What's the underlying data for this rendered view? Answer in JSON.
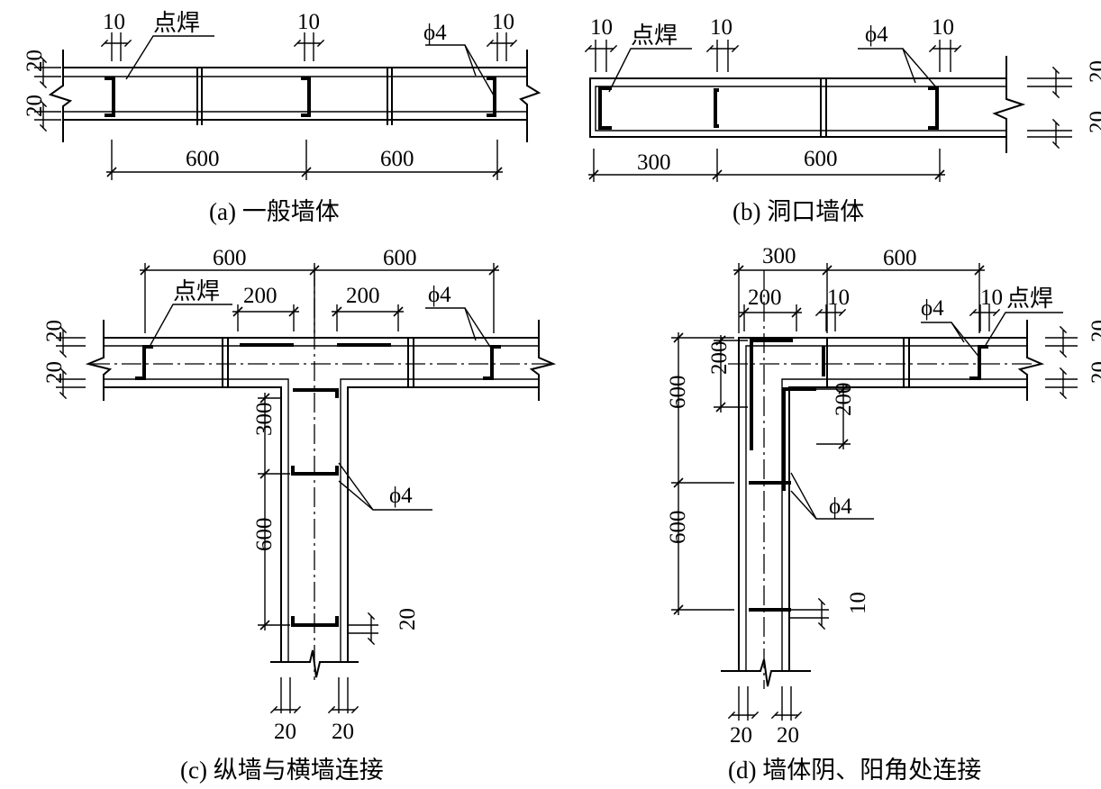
{
  "labels": {
    "dim_10": "10",
    "dim_20": "20",
    "dim_200": "200",
    "dim_300": "300",
    "dim_600": "600",
    "weld": "点焊",
    "rebar": "ϕ4"
  },
  "captions": {
    "a": "(a) 一般墙体",
    "b": "(b) 洞口墙体",
    "c": "(c) 纵墙与横墙连接",
    "d": "(d) 墙体阴、阳角处连接"
  }
}
